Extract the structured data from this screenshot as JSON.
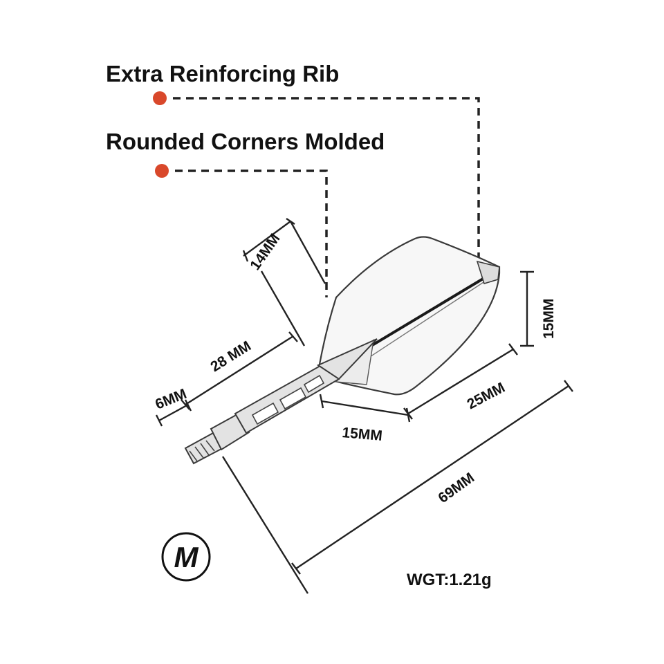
{
  "callouts": {
    "rib": "Extra Reinforcing Rib",
    "corners": "Rounded Corners Molded"
  },
  "dimensions": {
    "flight_front_width": "14MM",
    "flight_front_length": "28 MM",
    "shaft_thread": "6MM",
    "flight_height": "15MM",
    "flight_rear_length": "25MM",
    "flight_bottom": "15MM",
    "overall_length": "69MM"
  },
  "badge": "M",
  "weight": "WGT:1.21g",
  "colors": {
    "marker": "#d9482b",
    "line": "#222222",
    "flight_fill": "#f7f7f7"
  }
}
